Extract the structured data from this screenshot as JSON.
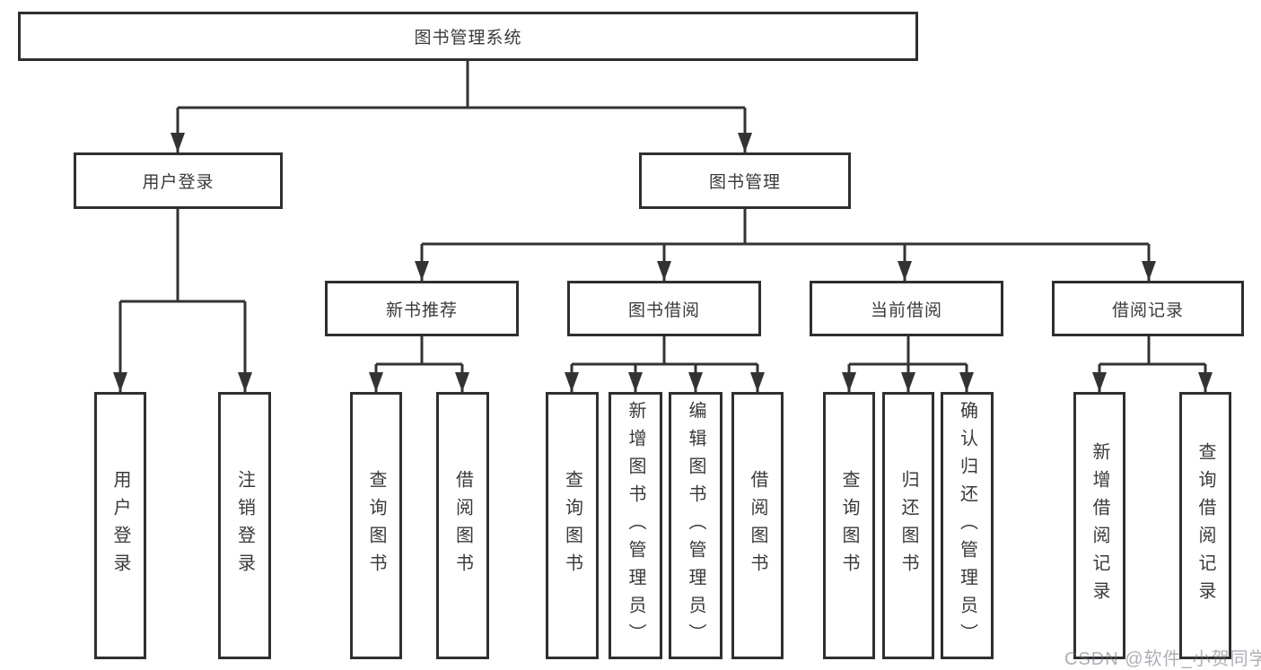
{
  "diagram_title": "图书管理系统",
  "tree": {
    "root": "图书管理系统",
    "user_login": {
      "label": "用户登录",
      "children": [
        "用户登录",
        "注销登录"
      ]
    },
    "book_mgmt": {
      "label": "图书管理",
      "children": [
        {
          "label": "新书推荐",
          "children": [
            "查询图书",
            "借阅图书"
          ]
        },
        {
          "label": "图书借阅",
          "children": [
            "查询图书",
            "新增图书（管理员）",
            "编辑图书（管理员）",
            "借阅图书"
          ]
        },
        {
          "label": "当前借阅",
          "children": [
            "查询图书",
            "归还图书",
            "确认归还（管理员）"
          ]
        },
        {
          "label": "借阅记录",
          "children": [
            "新增借阅记录",
            "查询借阅记录"
          ]
        }
      ]
    }
  },
  "watermark": "CSDN @软件_小贺同学",
  "colors": {
    "line": "#333333",
    "border": "#2f2f2f",
    "text": "#3a3a3a",
    "bg": "#ffffff"
  }
}
